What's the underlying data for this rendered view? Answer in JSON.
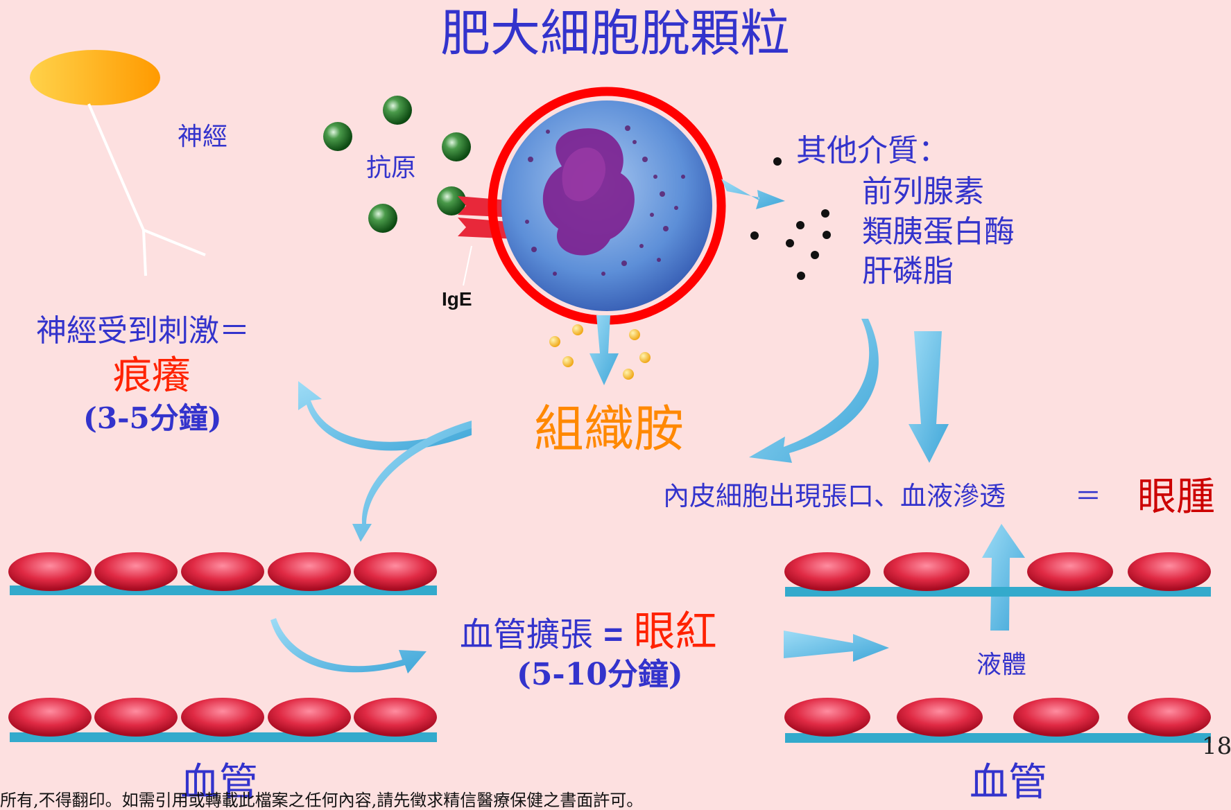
{
  "title": "肥大細胞脫顆粒",
  "nerve": {
    "label": "神經",
    "stim_text": "神經受到刺激＝",
    "symptom": "痕癢",
    "duration": "(3-5分鐘)"
  },
  "antigen": {
    "label": "抗原"
  },
  "ige": {
    "label": "IgE"
  },
  "mediators": {
    "heading": "其他介質：",
    "items": [
      "前列腺素",
      "類胰蛋白酶",
      "肝磷脂"
    ]
  },
  "histamine": {
    "label": "組織胺"
  },
  "permeability": {
    "text": "內皮細胞出現張口、血液滲透",
    "equals": "＝",
    "symptom": "眼腫"
  },
  "vasodilation": {
    "text": "血管擴張",
    "equals": "=",
    "symptom": "眼紅",
    "duration": "(5-10分鐘)"
  },
  "fluid": {
    "label": "液體"
  },
  "vessel_left": {
    "label": "血管"
  },
  "vessel_right": {
    "label": "血管"
  },
  "page_number": "18",
  "footer": "所有,不得翻印。如需引用或轉載此檔案之任何內容,請先徵求精信醫療保健之書面許可。",
  "colors": {
    "background": "#fde0e0",
    "text_blue": "#3333cc",
    "histamine_orange": "#ff8800",
    "symptom_red": "#ff2200",
    "swelling_red": "#cc0000",
    "arrow": "#5bbde8",
    "rbc": "#d9233a",
    "vessel_wall": "#33aacc",
    "ring": "#ff0000"
  }
}
